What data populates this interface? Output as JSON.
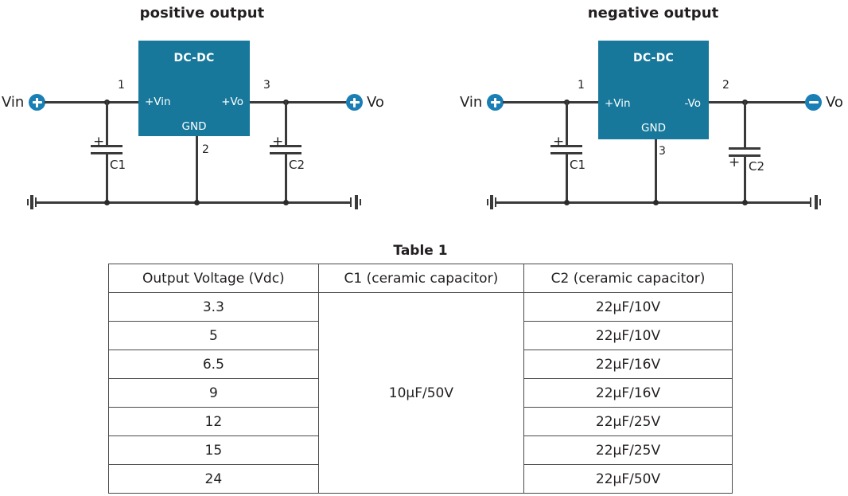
{
  "diagrams": [
    {
      "title": "positive output",
      "chip_label": "DC-DC",
      "pins": {
        "in_label": "+Vin",
        "out_label": "+Vo",
        "gnd_label": "GND",
        "in_num": "1",
        "gnd_num": "2",
        "out_num": "3"
      },
      "input_terminal": {
        "text": "Vin",
        "polarity": "+"
      },
      "output_terminal": {
        "text": "Vo",
        "polarity": "+"
      },
      "capacitors": [
        {
          "name": "C1",
          "polarity_side": "top"
        },
        {
          "name": "C2",
          "polarity_side": "top"
        }
      ],
      "plus_glyph": "+"
    },
    {
      "title": "negative output",
      "chip_label": "DC-DC",
      "pins": {
        "in_label": "+Vin",
        "out_label": "-Vo",
        "gnd_label": "GND",
        "in_num": "1",
        "gnd_num": "3",
        "out_num": "2"
      },
      "input_terminal": {
        "text": "Vin",
        "polarity": "+"
      },
      "output_terminal": {
        "text": "Vo",
        "polarity": "-"
      },
      "capacitors": [
        {
          "name": "C1",
          "polarity_side": "top"
        },
        {
          "name": "C2",
          "polarity_side": "bottom"
        }
      ],
      "plus_glyph": "+"
    }
  ],
  "table": {
    "title": "Table 1",
    "columns": [
      "Output Voltage (Vdc)",
      "C1 (ceramic capacitor)",
      "C2 (ceramic capacitor)"
    ],
    "c1_value": "10µF/50V",
    "rows": [
      {
        "voltage": "3.3",
        "c2": "22µF/10V"
      },
      {
        "voltage": "5",
        "c2": "22µF/10V"
      },
      {
        "voltage": "6.5",
        "c2": "22µF/16V"
      },
      {
        "voltage": "9",
        "c2": "22µF/16V"
      },
      {
        "voltage": "12",
        "c2": "22µF/25V"
      },
      {
        "voltage": "15",
        "c2": "22µF/25V"
      },
      {
        "voltage": "24",
        "c2": "22µF/50V"
      }
    ]
  },
  "colors": {
    "chip_fill": "#17789b",
    "terminal_fill": "#1a7fb5",
    "wire": "#3a3a3a",
    "text": "#231f20"
  }
}
